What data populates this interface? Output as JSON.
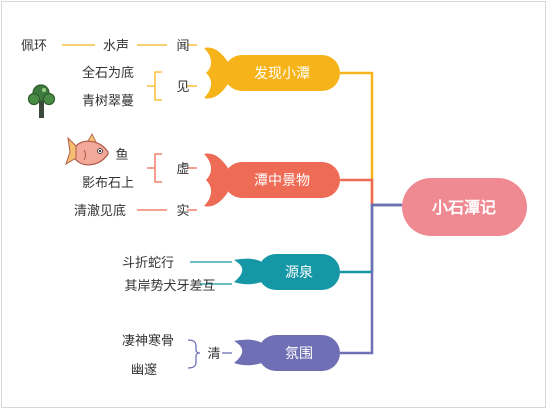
{
  "central": {
    "label": "小石潭记",
    "color": "#f08a92"
  },
  "branches": [
    {
      "label": "发现小潭",
      "color": "#f7b41a",
      "groups": [
        {
          "sense": "闻",
          "items": [
            "水声",
            "佩环"
          ]
        },
        {
          "sense": "见",
          "items": [
            "全石为底",
            "青树翠蔓"
          ],
          "icon": "tree-icon"
        }
      ]
    },
    {
      "label": "潭中景物",
      "color": "#ee6b55",
      "groups": [
        {
          "sense": "虚",
          "items": [
            "鱼",
            "影布石上"
          ],
          "icon": "fish-icon"
        },
        {
          "sense": "实",
          "items": [
            "清澈见底"
          ]
        }
      ]
    },
    {
      "label": "源泉",
      "color": "#1597a5",
      "groups": [
        {
          "items": [
            "斗折蛇行",
            "其岸势犬牙差互"
          ]
        }
      ]
    },
    {
      "label": "氛围",
      "color": "#6e6fb4",
      "groups": [
        {
          "sense": "清",
          "items": [
            "凄神寒骨",
            "幽邃"
          ]
        }
      ]
    }
  ]
}
